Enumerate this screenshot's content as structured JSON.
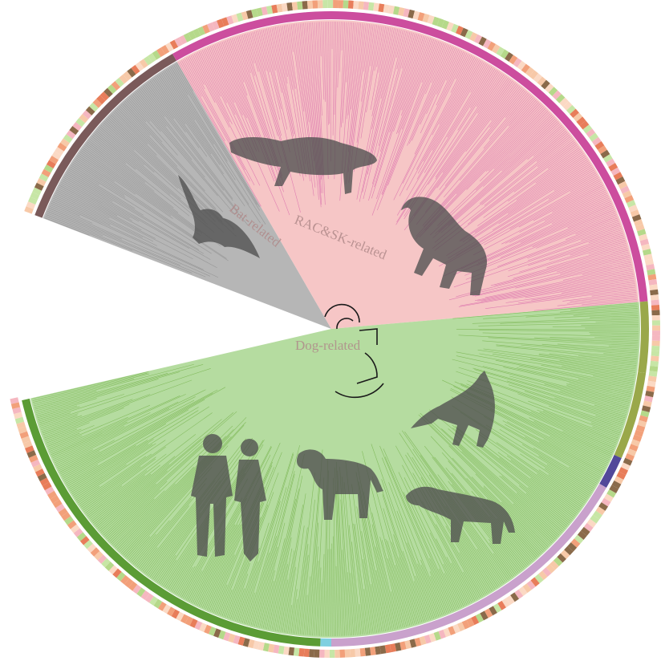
{
  "clades": [
    {
      "id": "bat",
      "label": "Bat-related",
      "sector_color": "#b6b6b6",
      "branch_color": "#8a8a8a",
      "ring_color": "#7a5a5a"
    },
    {
      "id": "rac",
      "label": "RAC&SK-related",
      "sector_color": "#f6c6c6",
      "branch_color": "#d660a8",
      "ring_color": "#cc4d9e"
    },
    {
      "id": "dog",
      "label": "Dog-related",
      "sector_color": "#b5dca0",
      "branch_color": "#6fae43",
      "ring_color": "#5b9c35"
    }
  ],
  "sub_lineages": [
    {
      "id": "olive",
      "ring_color": "#9aa84a"
    },
    {
      "id": "blue",
      "ring_color": "#52489a"
    },
    {
      "id": "lilac",
      "ring_color": "#c9a1cc"
    },
    {
      "id": "cyan",
      "ring_color": "#7fd0e0"
    }
  ],
  "silhouettes": [
    {
      "name": "ferret-silhouette"
    },
    {
      "name": "raccoon-dog-silhouette"
    },
    {
      "name": "bat-silhouette"
    },
    {
      "name": "humans-silhouette"
    },
    {
      "name": "dog-silhouette"
    },
    {
      "name": "fox-silhouette"
    },
    {
      "name": "wolf-silhouette"
    }
  ],
  "host_ring_palette": [
    "#f2a07a",
    "#f7c9a8",
    "#b5d98a",
    "#f5b7c0",
    "#8a6a4a",
    "#e87d5a",
    "#c7e6a6",
    "#fbd9c4"
  ]
}
